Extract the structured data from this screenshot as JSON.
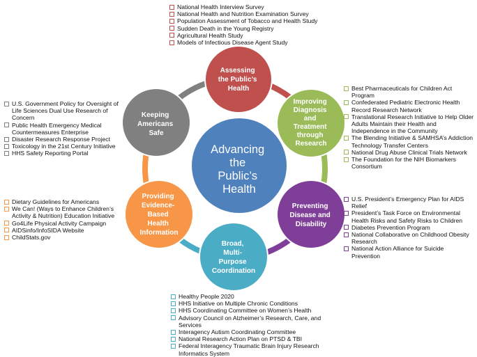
{
  "center": {
    "title_lines": [
      "Advancing",
      "the",
      "Public’s",
      "Health"
    ],
    "color": "#4F81BD"
  },
  "ring_colors": {
    "assess_improve": "#C0504D",
    "improve_prevent": "#9BBB59",
    "prevent_broad": "#7F3F98",
    "broad_providing": "#4BACC6",
    "providing_keeping": "#F79646",
    "keeping_assess": "#808080"
  },
  "nodes": [
    {
      "id": "assessing",
      "label_lines": [
        "Assessing",
        "the Public’s",
        "Health"
      ],
      "color": "#C0504D",
      "items": [
        "National Health Interview Survey",
        "National Health and Nutrition Examination Survey",
        "Population Assessment of Tobacco and Health Study",
        "Sudden Death in the Young Registry",
        "Agricultural Health Study",
        "Models of Infectious Disease Agent Study"
      ]
    },
    {
      "id": "improving",
      "label_lines": [
        "Improving",
        "Diagnosis",
        "and",
        "Treatment",
        "through",
        "Research"
      ],
      "color": "#9BBB59",
      "items": [
        "Best Pharmaceuticals for Children Act Program",
        "Confederated Pediatric Electronic Health Record Research Network",
        "Translational Research Initiative to Help Older Adults Maintain their Health and Independence in the Community",
        "The Blending Initiative & SAMHSA’s Addiction Technology Transfer Centers",
        "National Drug Abuse Clinical Trials Network",
        "The Foundation for the NIH Biomarkers Consortium"
      ]
    },
    {
      "id": "preventing",
      "label_lines": [
        "Preventing",
        "Disease and",
        "Disability"
      ],
      "color": "#7F3F98",
      "items": [
        "U.S. President’s Emergency Plan for AIDS Relief",
        "President’s Task Force on Environmental Health Risks and Safety Risks to Children",
        "Diabetes Prevention Program",
        "National Collaborative on Childhood Obesity Research",
        "National Action Alliance for Suicide Prevention"
      ]
    },
    {
      "id": "broad",
      "label_lines": [
        "Broad,",
        "Multi-",
        "Purpose",
        "Coordination"
      ],
      "color": "#4BACC6",
      "items": [
        "Healthy People 2020",
        "HHS Initiative on Multiple Chronic Conditions",
        "HHS Coordinating Committee on Women’s Health",
        "Advisory Council on Alzheimer’s Research, Care, and Services",
        "Interagency Autism Coordinating Committee",
        "National Research Action Plan on PTSD & TBI",
        "Federal Interagency Traumatic Brain Injury Research Informatics System"
      ]
    },
    {
      "id": "providing",
      "label_lines": [
        "Providing",
        "Evidence-",
        "Based",
        "Health",
        "Information"
      ],
      "color": "#F79646",
      "items": [
        "Dietary Guidelines for Americans",
        "We Can! (Ways to Enhance Children’s Activity & Nutrition) Education Initiative",
        "Go4Life Physical Activity Campaign",
        "AIDSinfo/InfoSIDA Website",
        "ChildStats.gov"
      ]
    },
    {
      "id": "keeping",
      "label_lines": [
        "Keeping",
        "Americans",
        "Safe"
      ],
      "color": "#808080",
      "items": [
        "U.S. Government Policy for Oversight of Life Sciences Dual Use Research of Concern",
        "Public Health Emergency Medical Countermeasures Enterprise",
        "Disaster Research Response Project",
        "Toxicology in the 21st Century Initiative",
        "HHS Safety Reporting Portal"
      ]
    }
  ]
}
